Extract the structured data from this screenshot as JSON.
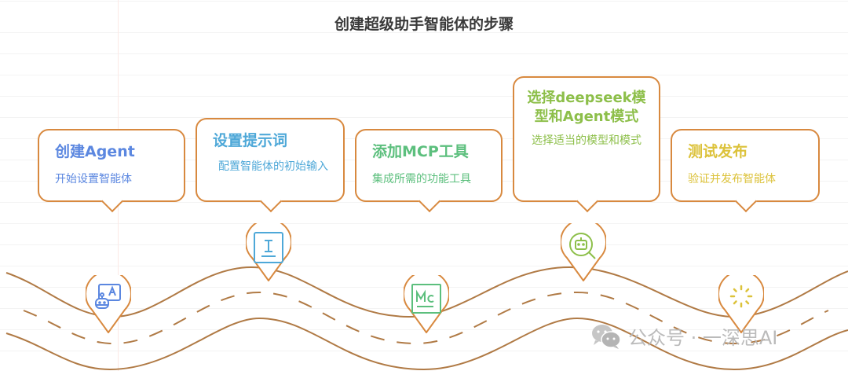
{
  "title": "创建超级助手智能体的步骤",
  "colors": {
    "border": "#d8893f",
    "road": "#b07a45",
    "step1": "#5b87e0",
    "step2": "#4ea8d8",
    "step3": "#5cbf7d",
    "step4": "#8dbf4a",
    "step5": "#dcc23a"
  },
  "steps": [
    {
      "title": "创建Agent",
      "desc": "开始设置智能体",
      "icon": "robot-board-icon"
    },
    {
      "title": "设置提示词",
      "desc": "配置智能体的初始输入",
      "icon": "text-cursor-icon"
    },
    {
      "title": "添加MCP工具",
      "desc": "集成所需的功能工具",
      "icon": "mc-box-icon"
    },
    {
      "title": "选择deepseek模型和Agent模式",
      "desc": "选择适当的模型和模式",
      "icon": "robot-search-icon"
    },
    {
      "title": "测试发布",
      "desc": "验证并发布智能体",
      "icon": "loading-spinner-icon"
    }
  ],
  "watermark": {
    "text": "公众号 · 一深思AI",
    "icon": "wechat-icon"
  }
}
